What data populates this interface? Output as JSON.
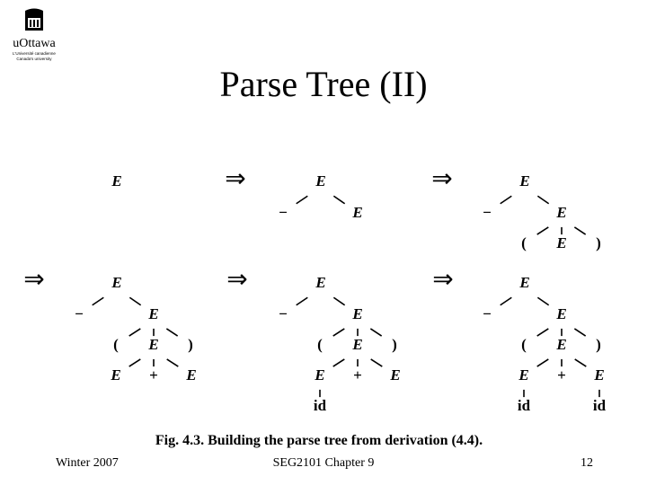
{
  "logo": {
    "text": "uOttawa",
    "subtext": [
      "L'Université canadienne",
      "Canada's university"
    ]
  },
  "title": "Parse Tree (II)",
  "arrow_symbol": "⇒",
  "trees": [
    {
      "nodes": [
        {
          "label": "E",
          "parent": null
        }
      ]
    },
    {
      "nodes": [
        {
          "label": "E",
          "parent": null
        },
        {
          "label": "−",
          "parent": 0
        },
        {
          "label": "E",
          "parent": 0
        }
      ]
    },
    {
      "nodes": [
        {
          "label": "E",
          "parent": null
        },
        {
          "label": "−",
          "parent": 0
        },
        {
          "label": "E",
          "parent": 0
        },
        {
          "label": "(",
          "parent": 2
        },
        {
          "label": "E",
          "parent": 2
        },
        {
          "label": ")",
          "parent": 2
        }
      ]
    },
    {
      "nodes": [
        {
          "label": "E",
          "parent": null
        },
        {
          "label": "−",
          "parent": 0
        },
        {
          "label": "E",
          "parent": 0
        },
        {
          "label": "(",
          "parent": 2
        },
        {
          "label": "E",
          "parent": 2
        },
        {
          "label": ")",
          "parent": 2
        },
        {
          "label": "E",
          "parent": 4
        },
        {
          "label": "+",
          "parent": 4
        },
        {
          "label": "E",
          "parent": 4
        }
      ]
    },
    {
      "nodes": [
        {
          "label": "E",
          "parent": null
        },
        {
          "label": "−",
          "parent": 0
        },
        {
          "label": "E",
          "parent": 0
        },
        {
          "label": "(",
          "parent": 2
        },
        {
          "label": "E",
          "parent": 2
        },
        {
          "label": ")",
          "parent": 2
        },
        {
          "label": "E",
          "parent": 4
        },
        {
          "label": "+",
          "parent": 4
        },
        {
          "label": "E",
          "parent": 4
        },
        {
          "label": "id",
          "parent": 6
        }
      ]
    },
    {
      "nodes": [
        {
          "label": "E",
          "parent": null
        },
        {
          "label": "−",
          "parent": 0
        },
        {
          "label": "E",
          "parent": 0
        },
        {
          "label": "(",
          "parent": 2
        },
        {
          "label": "E",
          "parent": 2
        },
        {
          "label": ")",
          "parent": 2
        },
        {
          "label": "E",
          "parent": 4
        },
        {
          "label": "+",
          "parent": 4
        },
        {
          "label": "E",
          "parent": 4
        },
        {
          "label": "id",
          "parent": 6
        },
        {
          "label": "id",
          "parent": 8
        }
      ]
    }
  ],
  "caption": "Fig. 4.3.  Building the parse tree from derivation (4.4).",
  "footer": {
    "left": "Winter 2007",
    "center": "SEG2101 Chapter 9",
    "right": "12"
  }
}
